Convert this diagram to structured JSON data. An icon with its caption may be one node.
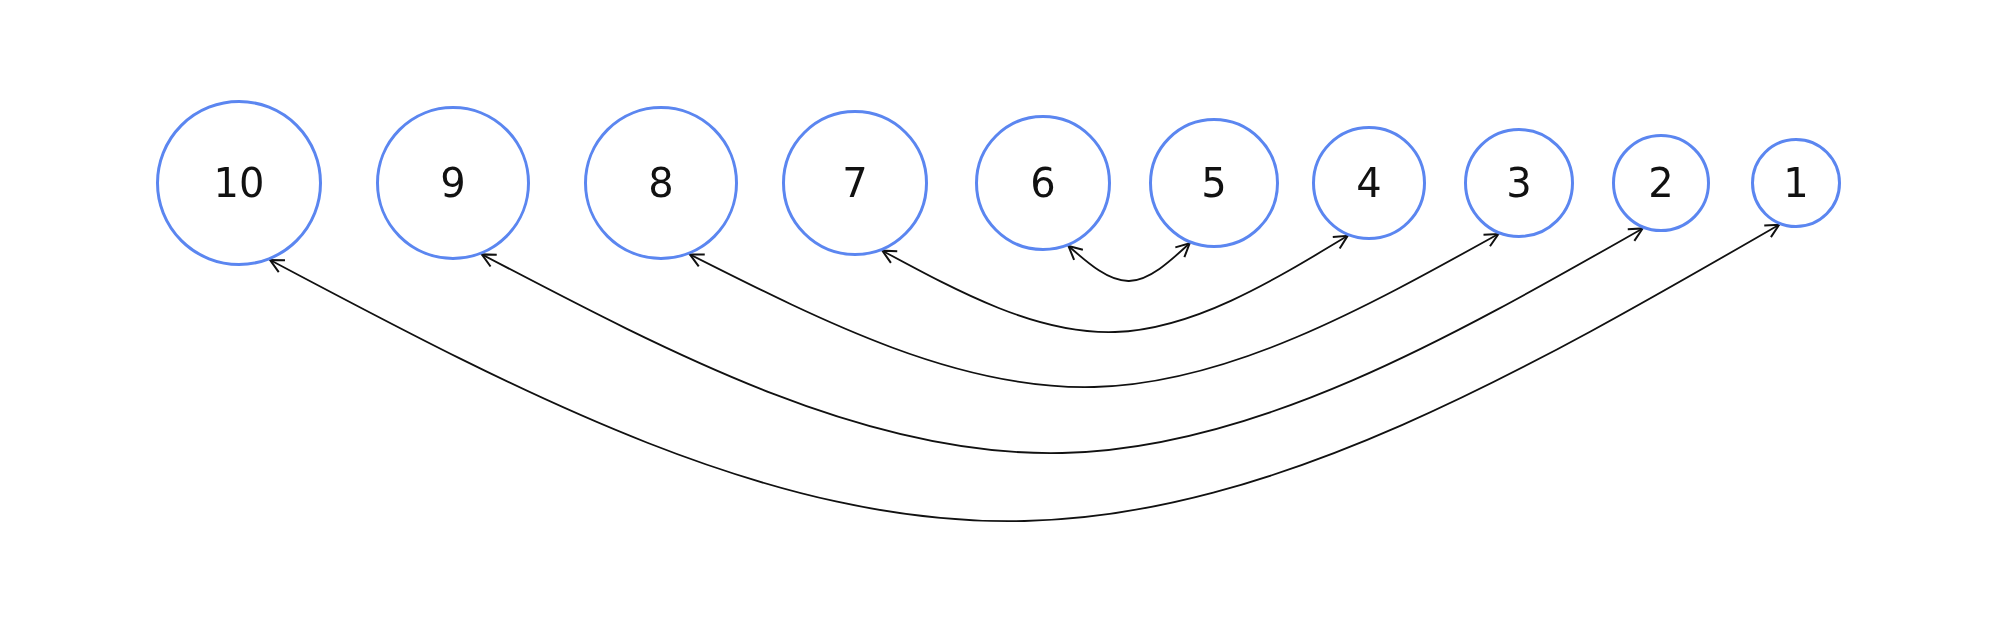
{
  "diagram": {
    "nodes": [
      {
        "text": [
          "10"
        ]
      },
      {
        "text": [
          "9"
        ]
      },
      {
        "text": [
          "8"
        ]
      },
      {
        "text": [
          "7"
        ]
      },
      {
        "text": [
          "6"
        ]
      },
      {
        "text": [
          "5"
        ]
      },
      {
        "text": [
          "4"
        ]
      },
      {
        "text": [
          "3"
        ]
      },
      {
        "text": [
          "2"
        ]
      },
      {
        "text": [
          "1"
        ]
      }
    ],
    "edges": [
      {
        "from": 4,
        "to": 5,
        "arrow": "both"
      },
      {
        "from": 3,
        "to": 6,
        "arrow": "both"
      },
      {
        "from": 2,
        "to": 7,
        "arrow": "both"
      },
      {
        "from": 1,
        "to": 8,
        "arrow": "both"
      },
      {
        "from": 0,
        "to": 9,
        "arrow": "both"
      }
    ]
  }
}
